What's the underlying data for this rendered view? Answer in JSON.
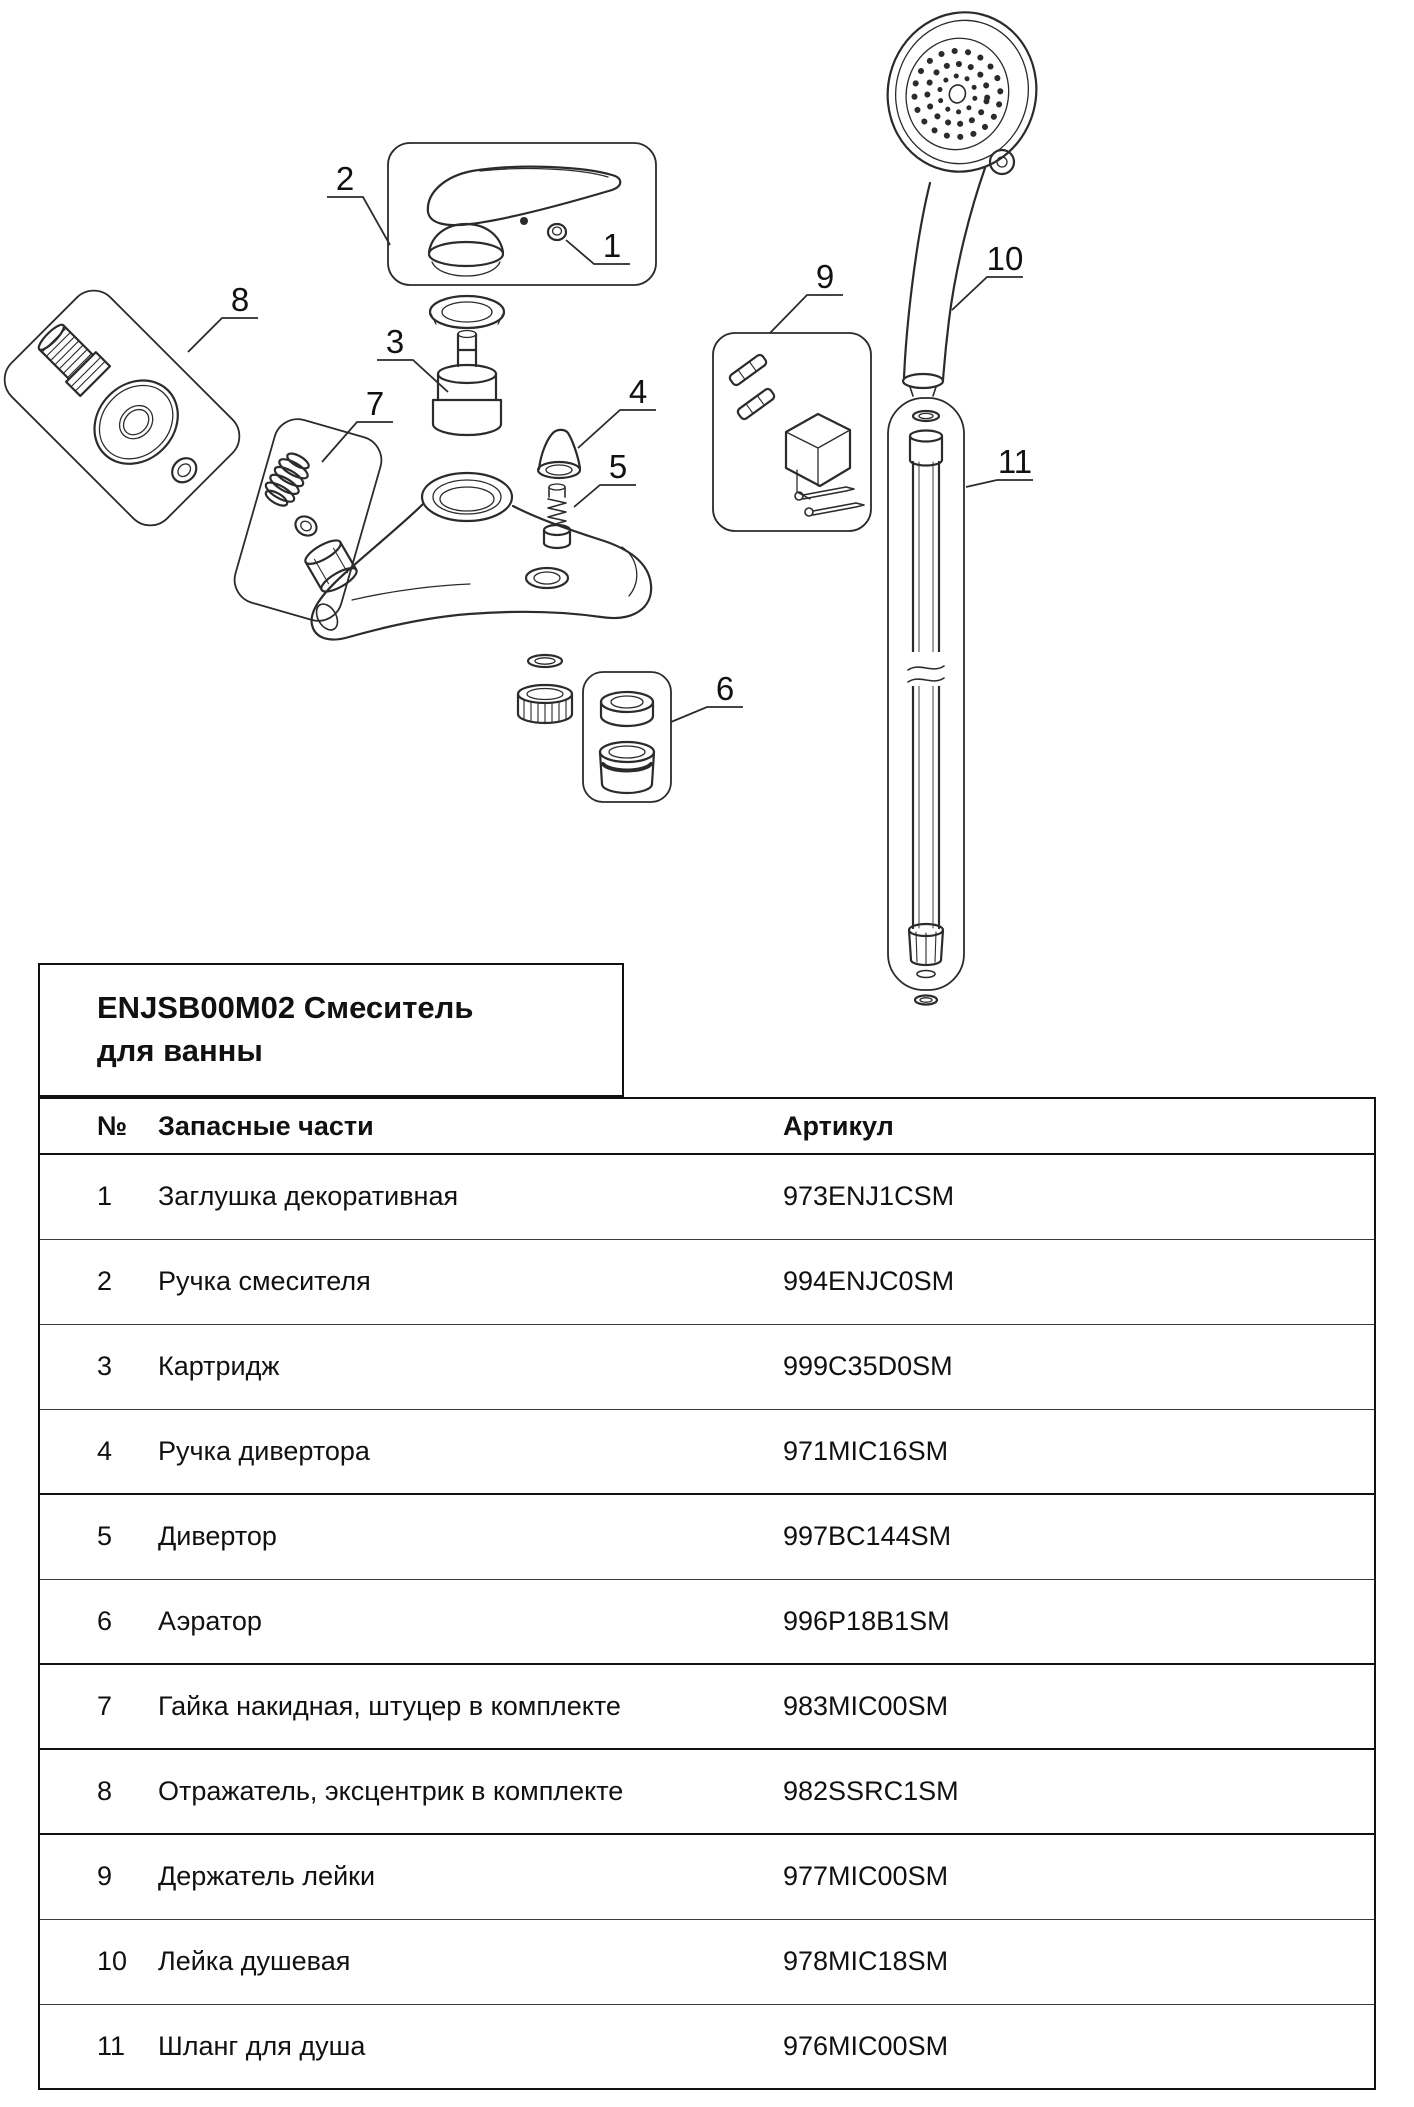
{
  "title": {
    "line1": "ENJSB00M02 Смеситель",
    "line2": "для ванны"
  },
  "table": {
    "headers": {
      "num": "№",
      "part": "Запасные части",
      "article": "Артикул"
    },
    "rows": [
      {
        "num": "1",
        "part": "Заглушка декоративная",
        "article": "973ENJ1CSM"
      },
      {
        "num": "2",
        "part": "Ручка смесителя",
        "article": "994ENJC0SM"
      },
      {
        "num": "3",
        "part": "Картридж",
        "article": "999C35D0SM"
      },
      {
        "num": "4",
        "part": "Ручка дивертора",
        "article": "971MIC16SM"
      },
      {
        "num": "5",
        "part": "Дивертор",
        "article": "997BC144SM"
      },
      {
        "num": "6",
        "part": "Аэратор",
        "article": "996P18B1SM"
      },
      {
        "num": "7",
        "part": "Гайка накидная, штуцер в комплекте",
        "article": "983MIC00SM"
      },
      {
        "num": "8",
        "part": "Отражатель, эксцентрик в комплекте",
        "article": "982SSRC1SM"
      },
      {
        "num": "9",
        "part": "Держатель лейки",
        "article": "977MIC00SM"
      },
      {
        "num": "10",
        "part": "Лейка душевая",
        "article": "978MIC18SM"
      },
      {
        "num": "11",
        "part": "Шланг для душа",
        "article": "976MIC00SM"
      }
    ]
  },
  "diagram": {
    "callouts": [
      "1",
      "2",
      "3",
      "4",
      "5",
      "6",
      "7",
      "8",
      "9",
      "10",
      "11"
    ]
  },
  "colors": {
    "line": "#2b2b2b",
    "text": "#111111",
    "background": "#ffffff"
  }
}
